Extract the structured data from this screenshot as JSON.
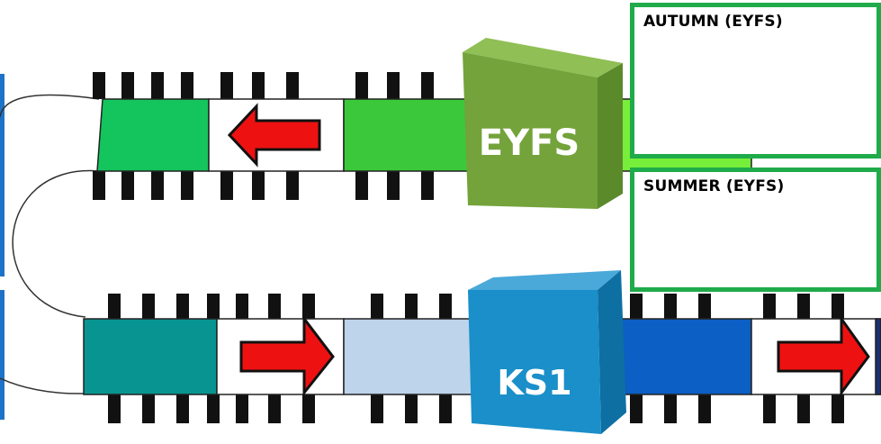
{
  "blocks": {
    "eyfs_label": "EYFS",
    "ks1_label": "KS1"
  },
  "boxes": {
    "autumn_title": "AUTUMN (EYFS)",
    "summer_title": "SUMMER (EYFS)"
  },
  "colors": {
    "eyfs_block": "#73a33a",
    "ks1_block": "#1a8fc9",
    "box_border": "#1fab4a",
    "arrow": "#ee1111",
    "side_bar": "#1e73c8"
  }
}
